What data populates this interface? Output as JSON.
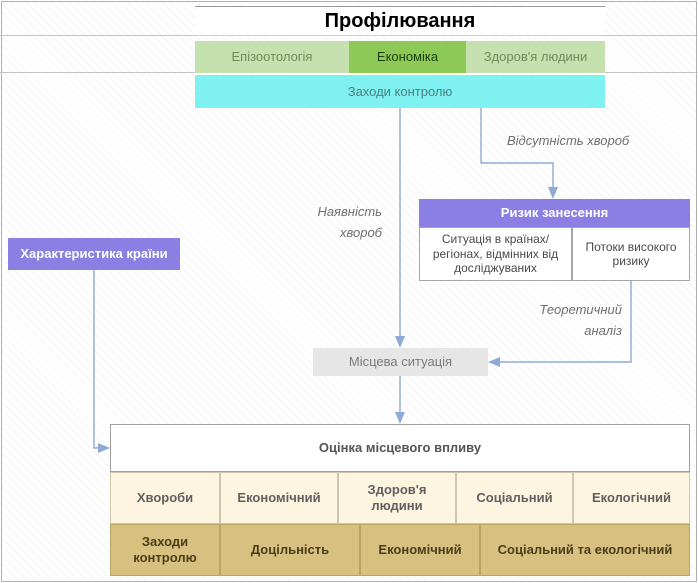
{
  "title": "Профілювання",
  "tabs": [
    {
      "label": "Епізоотологія"
    },
    {
      "label": "Економіка",
      "active": true
    },
    {
      "label": "Здоров'я людини"
    }
  ],
  "control_measures": "Заходи контролю",
  "labels": {
    "disease_present_line1": "Наявність",
    "disease_present_line2": "хвороб",
    "disease_absent": "Відсутність хвороб",
    "theoretical_line1": "Теоретичний",
    "theoretical_line2": "аналіз"
  },
  "country_characteristics": "Характеристика країни",
  "introduction_risk": {
    "title": "Ризик занесення",
    "cells": [
      {
        "lines": [
          "Ситуація в країнах/",
          "регіонах, відмінних від",
          "досліджуваних"
        ]
      },
      {
        "lines": [
          "Потоки високого",
          "ризику"
        ]
      }
    ]
  },
  "local_situation": "Місцева ситуація",
  "local_impact": {
    "title": "Оцінка місцевого впливу",
    "row1": [
      {
        "lines": [
          "Хвороби"
        ]
      },
      {
        "lines": [
          "Економічний"
        ]
      },
      {
        "lines": [
          "Здоров'я",
          "людини"
        ]
      },
      {
        "lines": [
          "Соціальний"
        ]
      },
      {
        "lines": [
          "Екологічний"
        ]
      }
    ],
    "row2": [
      {
        "lines": [
          "Заходи",
          "контролю"
        ]
      },
      {
        "lines": [
          "Доцільність"
        ]
      },
      {
        "lines": [
          "Економічний"
        ]
      },
      {
        "lines": [
          "Соціальний та екологічний"
        ]
      }
    ]
  },
  "colors": {
    "connector": "#8faad6",
    "tab_active": "#8dc956",
    "tab_inactive": "#c6e1b0",
    "control": "#7ff1f1",
    "purple": "#8c7fe4",
    "cream": "#fdf5e0",
    "tan": "#d8c080"
  }
}
